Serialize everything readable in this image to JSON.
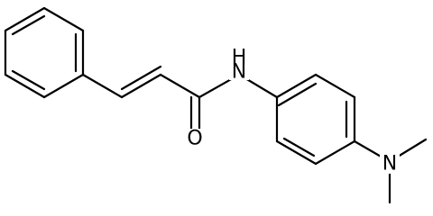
{
  "atoms": [
    {
      "id": "nh",
      "label": "N",
      "hydrogen": "H"
    },
    {
      "id": "o",
      "label": "O"
    },
    {
      "id": "nme2",
      "label": "N"
    }
  ]
}
